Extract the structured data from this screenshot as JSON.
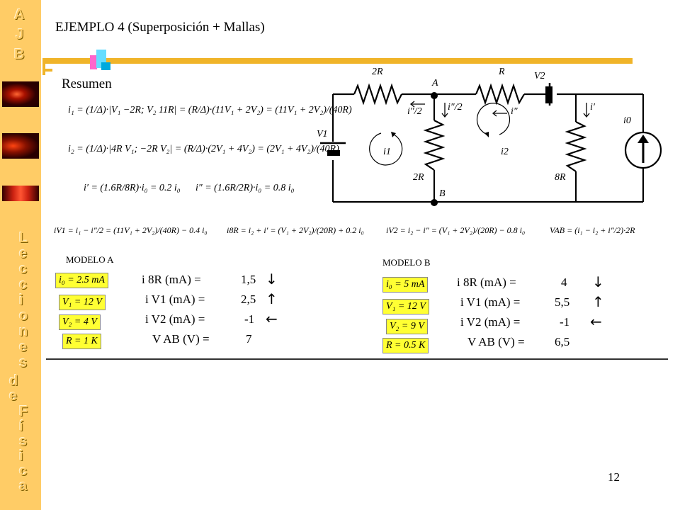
{
  "sidebar": {
    "top_letters": [
      "A",
      "J",
      "B"
    ],
    "word1": [
      "L",
      "e",
      "c",
      "c",
      "i",
      "o",
      "n",
      "e",
      "s"
    ],
    "word2": [
      "d",
      "e"
    ],
    "word3": [
      "F",
      "í",
      "s",
      "i",
      "c",
      "a"
    ]
  },
  "title": "EJEMPLO 4  (Superposición + Mallas)",
  "resumen": "Resumen",
  "page_number": "12",
  "circuit": {
    "r_top_left": "2R",
    "r_top_right": "R",
    "r_mid": "2R",
    "r_right": "8R",
    "v1": "V1",
    "v2": "V2",
    "i0": "i0",
    "node_a": "A",
    "node_b": "B",
    "i1": "i1",
    "i2": "i2",
    "i_half_left": "i″/2",
    "i_half_mid": "i″/2",
    "i_dprime": "i″",
    "i_prime": "i′"
  },
  "equations": {
    "eq_i1": "i₁ = (1/Δ)·|V₁ −2R; V₂ 11R| = (R/Δ)·(11V₁ + 2V₂) = (11V₁ + 2V₂)/(40R)",
    "eq_i2": "i₂ = (1/Δ)·|4R V₁; −2R V₂| = (R/Δ)·(2V₁ + 4V₂) = (2V₁ + 4V₂)/(40R)",
    "eq_iprime": "i′ = (1.6R/8R)·i₀ = 0.2 i₀",
    "eq_idprime": "i″ = (1.6R/2R)·i₀ = 0.8 i₀",
    "eq_iv1": "iV1 = i₁ − i″/2 = (11V₁ + 2V₂)/(40R) − 0.4 i₀",
    "eq_i8r": "i8R = i₂ + i′ = (V₁ + 2V₂)/(20R) + 0.2 i₀",
    "eq_iv2": "iV2 = i₂ − i″ = (V₁ + 2V₂)/(20R) − 0.8 i₀",
    "eq_vab": "VAB = (i₁ − i₂ + i″/2)·2R"
  },
  "model_a": {
    "label": "MODELO A",
    "inputs": [
      "i₀ = 2.5 mA",
      "V₁ = 12 V",
      "V₂ = 4 V",
      "R = 1 K"
    ],
    "rows": [
      {
        "label": "i 8R  (mA) =",
        "value": "1,5",
        "arrow": "↓"
      },
      {
        "label": "i V1  (mA) =",
        "value": "2,5",
        "arrow": "↑"
      },
      {
        "label": "i V2  (mA) =",
        "value": "-1",
        "arrow": "←"
      },
      {
        "label": "V AB  (V) =",
        "value": "7",
        "arrow": ""
      }
    ]
  },
  "model_b": {
    "label": "MODELO B",
    "inputs": [
      "i₀ = 5 mA",
      "V₁ = 12 V",
      "V₂ = 9 V",
      "R = 0.5 K"
    ],
    "rows": [
      {
        "label": "i 8R  (mA) =",
        "value": "4",
        "arrow": "↓"
      },
      {
        "label": "i V1  (mA) =",
        "value": "5,5",
        "arrow": "↑"
      },
      {
        "label": "i V2  (mA) =",
        "value": "-1",
        "arrow": "←"
      },
      {
        "label": "V AB  (V) =",
        "value": "6,5",
        "arrow": ""
      }
    ]
  },
  "colors": {
    "sidebar": "#ffcc66",
    "accent_bar": "#f0b429",
    "highlight": "#ffff33"
  }
}
